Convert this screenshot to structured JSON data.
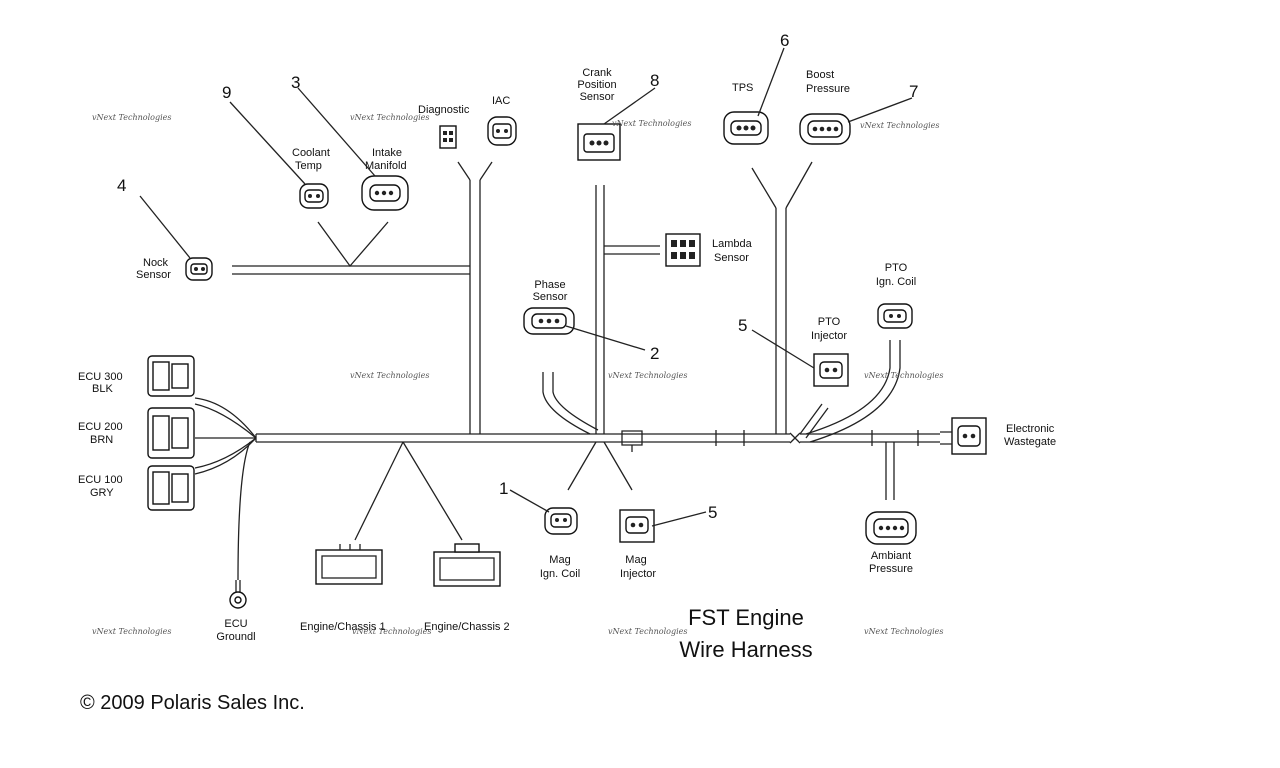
{
  "title": {
    "line1": "FST Engine",
    "line2": "Wire Harness"
  },
  "copyright": "© 2009 Polaris Sales Inc.",
  "watermark": "vNext Technologies",
  "labels": {
    "diagnostic": "Diagnostic",
    "iac": "IAC",
    "crank_1": "Crank",
    "crank_2": "Position",
    "crank_3": "Sensor",
    "tps": "TPS",
    "boost_1": "Boost",
    "boost_2": "Pressure",
    "coolant_1": "Coolant",
    "coolant_2": "Temp",
    "intake_1": "Intake",
    "intake_2": "Manifold",
    "nock_1": "Nock",
    "nock_2": "Sensor",
    "lambda_1": "Lambda",
    "lambda_2": "Sensor",
    "phase_1": "Phase",
    "phase_2": "Sensor",
    "pto_coil_1": "PTO",
    "pto_coil_2": "Ign. Coil",
    "pto_inj_1": "PTO",
    "pto_inj_2": "Injector",
    "ecu300_1": "ECU 300",
    "ecu300_2": "BLK",
    "ecu200_1": "ECU 200",
    "ecu200_2": "BRN",
    "ecu100_1": "ECU 100",
    "ecu100_2": "GRY",
    "wastegate_1": "Electronic",
    "wastegate_2": "Wastegate",
    "mag_coil_1": "Mag",
    "mag_coil_2": "Ign. Coil",
    "mag_inj_1": "Mag",
    "mag_inj_2": "Injector",
    "ambient_1": "Ambiant",
    "ambient_2": "Pressure",
    "ecu_ground_1": "ECU",
    "ecu_ground_2": "Groundl",
    "engine_chassis_1": "Engine/Chassis 1",
    "engine_chassis_2": "Engine/Chassis 2"
  },
  "callouts": {
    "n1": "1",
    "n2": "2",
    "n3": "3",
    "n4": "4",
    "n5a": "5",
    "n5b": "5",
    "n6": "6",
    "n7": "7",
    "n8": "8",
    "n9": "9"
  }
}
